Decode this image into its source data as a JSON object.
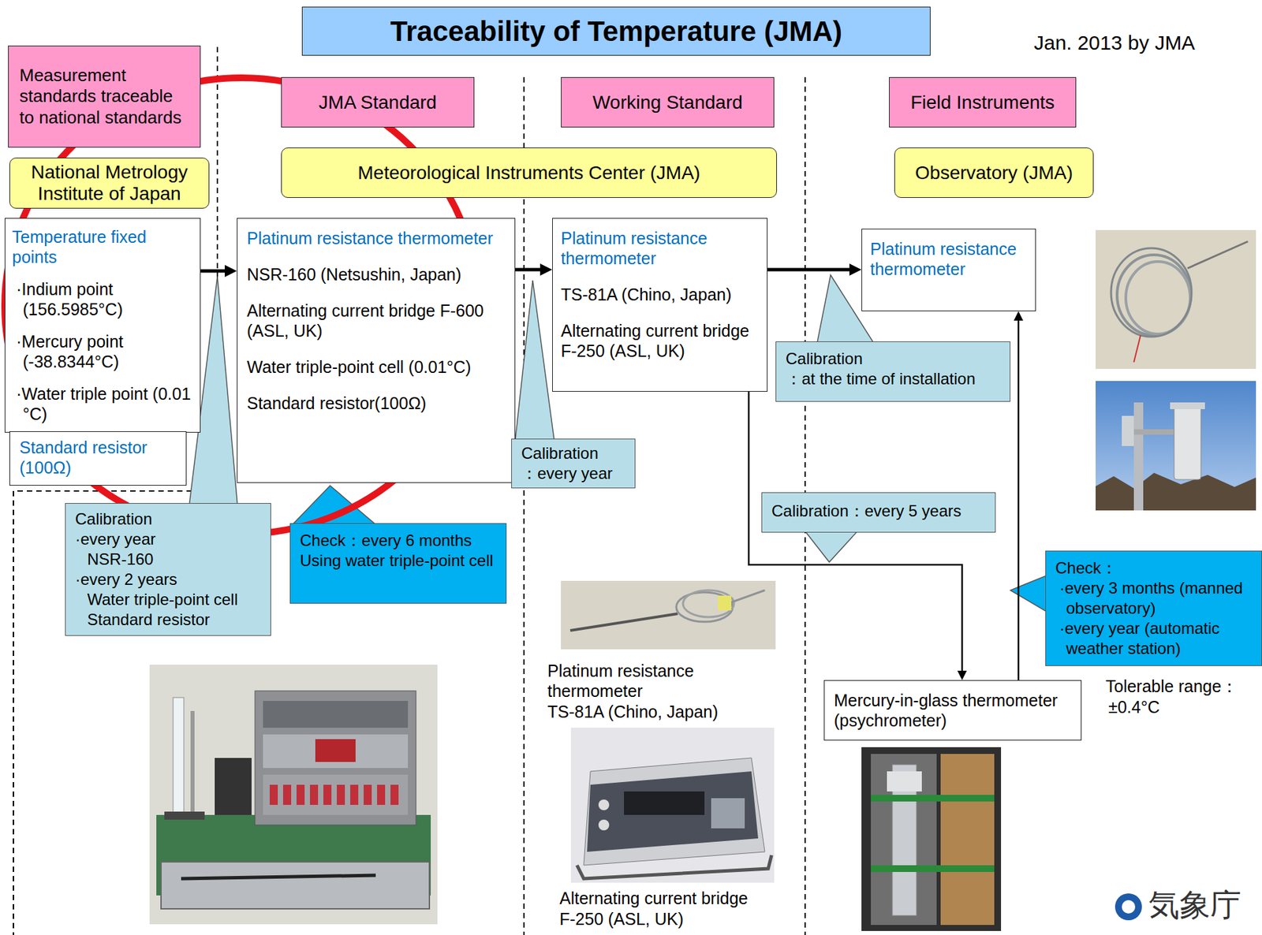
{
  "diagram": {
    "title": "Traceability of Temperature (JMA)",
    "nodes": [
      {
        "text": [
          "Measurement standards traceable to national standards"
        ]
      },
      {
        "text": [
          "National Metrology Institute of Japan"
        ]
      },
      {
        "text": [
          "Temperature fixed points",
          "·Indium point (156.5985°C)",
          "·Mercury point (-38.8344°C)",
          "·Water triple point (0.01 °C)"
        ]
      },
      {
        "text": [
          "Standard resistor (100Ω)"
        ]
      },
      {
        "text": [
          "JMA Standard"
        ]
      },
      {
        "text": [
          "Meteorological Instruments Center (JMA)"
        ]
      },
      {
        "text": [
          "Working Standard"
        ]
      },
      {
        "text": [
          "Platinum resistance thermometer",
          "NSR-160 (Netsushin, Japan)",
          "Alternating current bridge F-600 (ASL, UK)",
          "Water triple-point cell (0.01°C)",
          "Standard resistor(100Ω)"
        ]
      },
      {
        "text": [
          "Platinum resistance thermometer",
          "TS-81A (Chino, Japan)",
          "Alternating current bridge F-250 (ASL, UK)"
        ]
      },
      {
        "text": [
          "Field Instruments"
        ]
      },
      {
        "text": [
          "Observatory (JMA)"
        ]
      },
      {
        "text": [
          "Platinum resistance thermometer"
        ]
      },
      {
        "text": [
          "Mercury-in-glass thermometer (psychrometer)"
        ]
      },
      {
        "text": [
          "Calibration",
          "·every year",
          "NSR-160",
          "·every 2 years",
          "Water triple-point cell",
          "Standard resistor"
        ]
      },
      {
        "text": [
          "Check：every 6 months",
          "Using water triple-point cell"
        ]
      },
      {
        "text": [
          "Calibration",
          "：every year"
        ]
      },
      {
        "text": [
          "Calibration",
          "：at the time of installation"
        ]
      },
      {
        "text": [
          "Calibration：every 5 years"
        ]
      },
      {
        "text": [
          "Check：",
          "·every 3 months (manned observatory)",
          "·every year (automatic weather station)"
        ]
      }
    ],
    "edges": [
      {
        "from": 2,
        "to": 7,
        "arrow": "to"
      },
      {
        "from": 7,
        "to": 8,
        "arrow": "to"
      },
      {
        "from": 8,
        "to": 11,
        "arrow": "to"
      },
      {
        "from": 8,
        "to": 12,
        "arrow": "to"
      },
      {
        "from": 12,
        "to": 11,
        "arrow": "to"
      }
    ],
    "labels": [
      "Jan. 2013 by JMA",
      "Platinum resistance thermometer",
      "TS-81A (Chino, Japan)",
      "Alternating current bridge",
      "F-250 (ASL, UK)",
      "Tolerable range：",
      "±0.4°C",
      "気象庁"
    ]
  }
}
